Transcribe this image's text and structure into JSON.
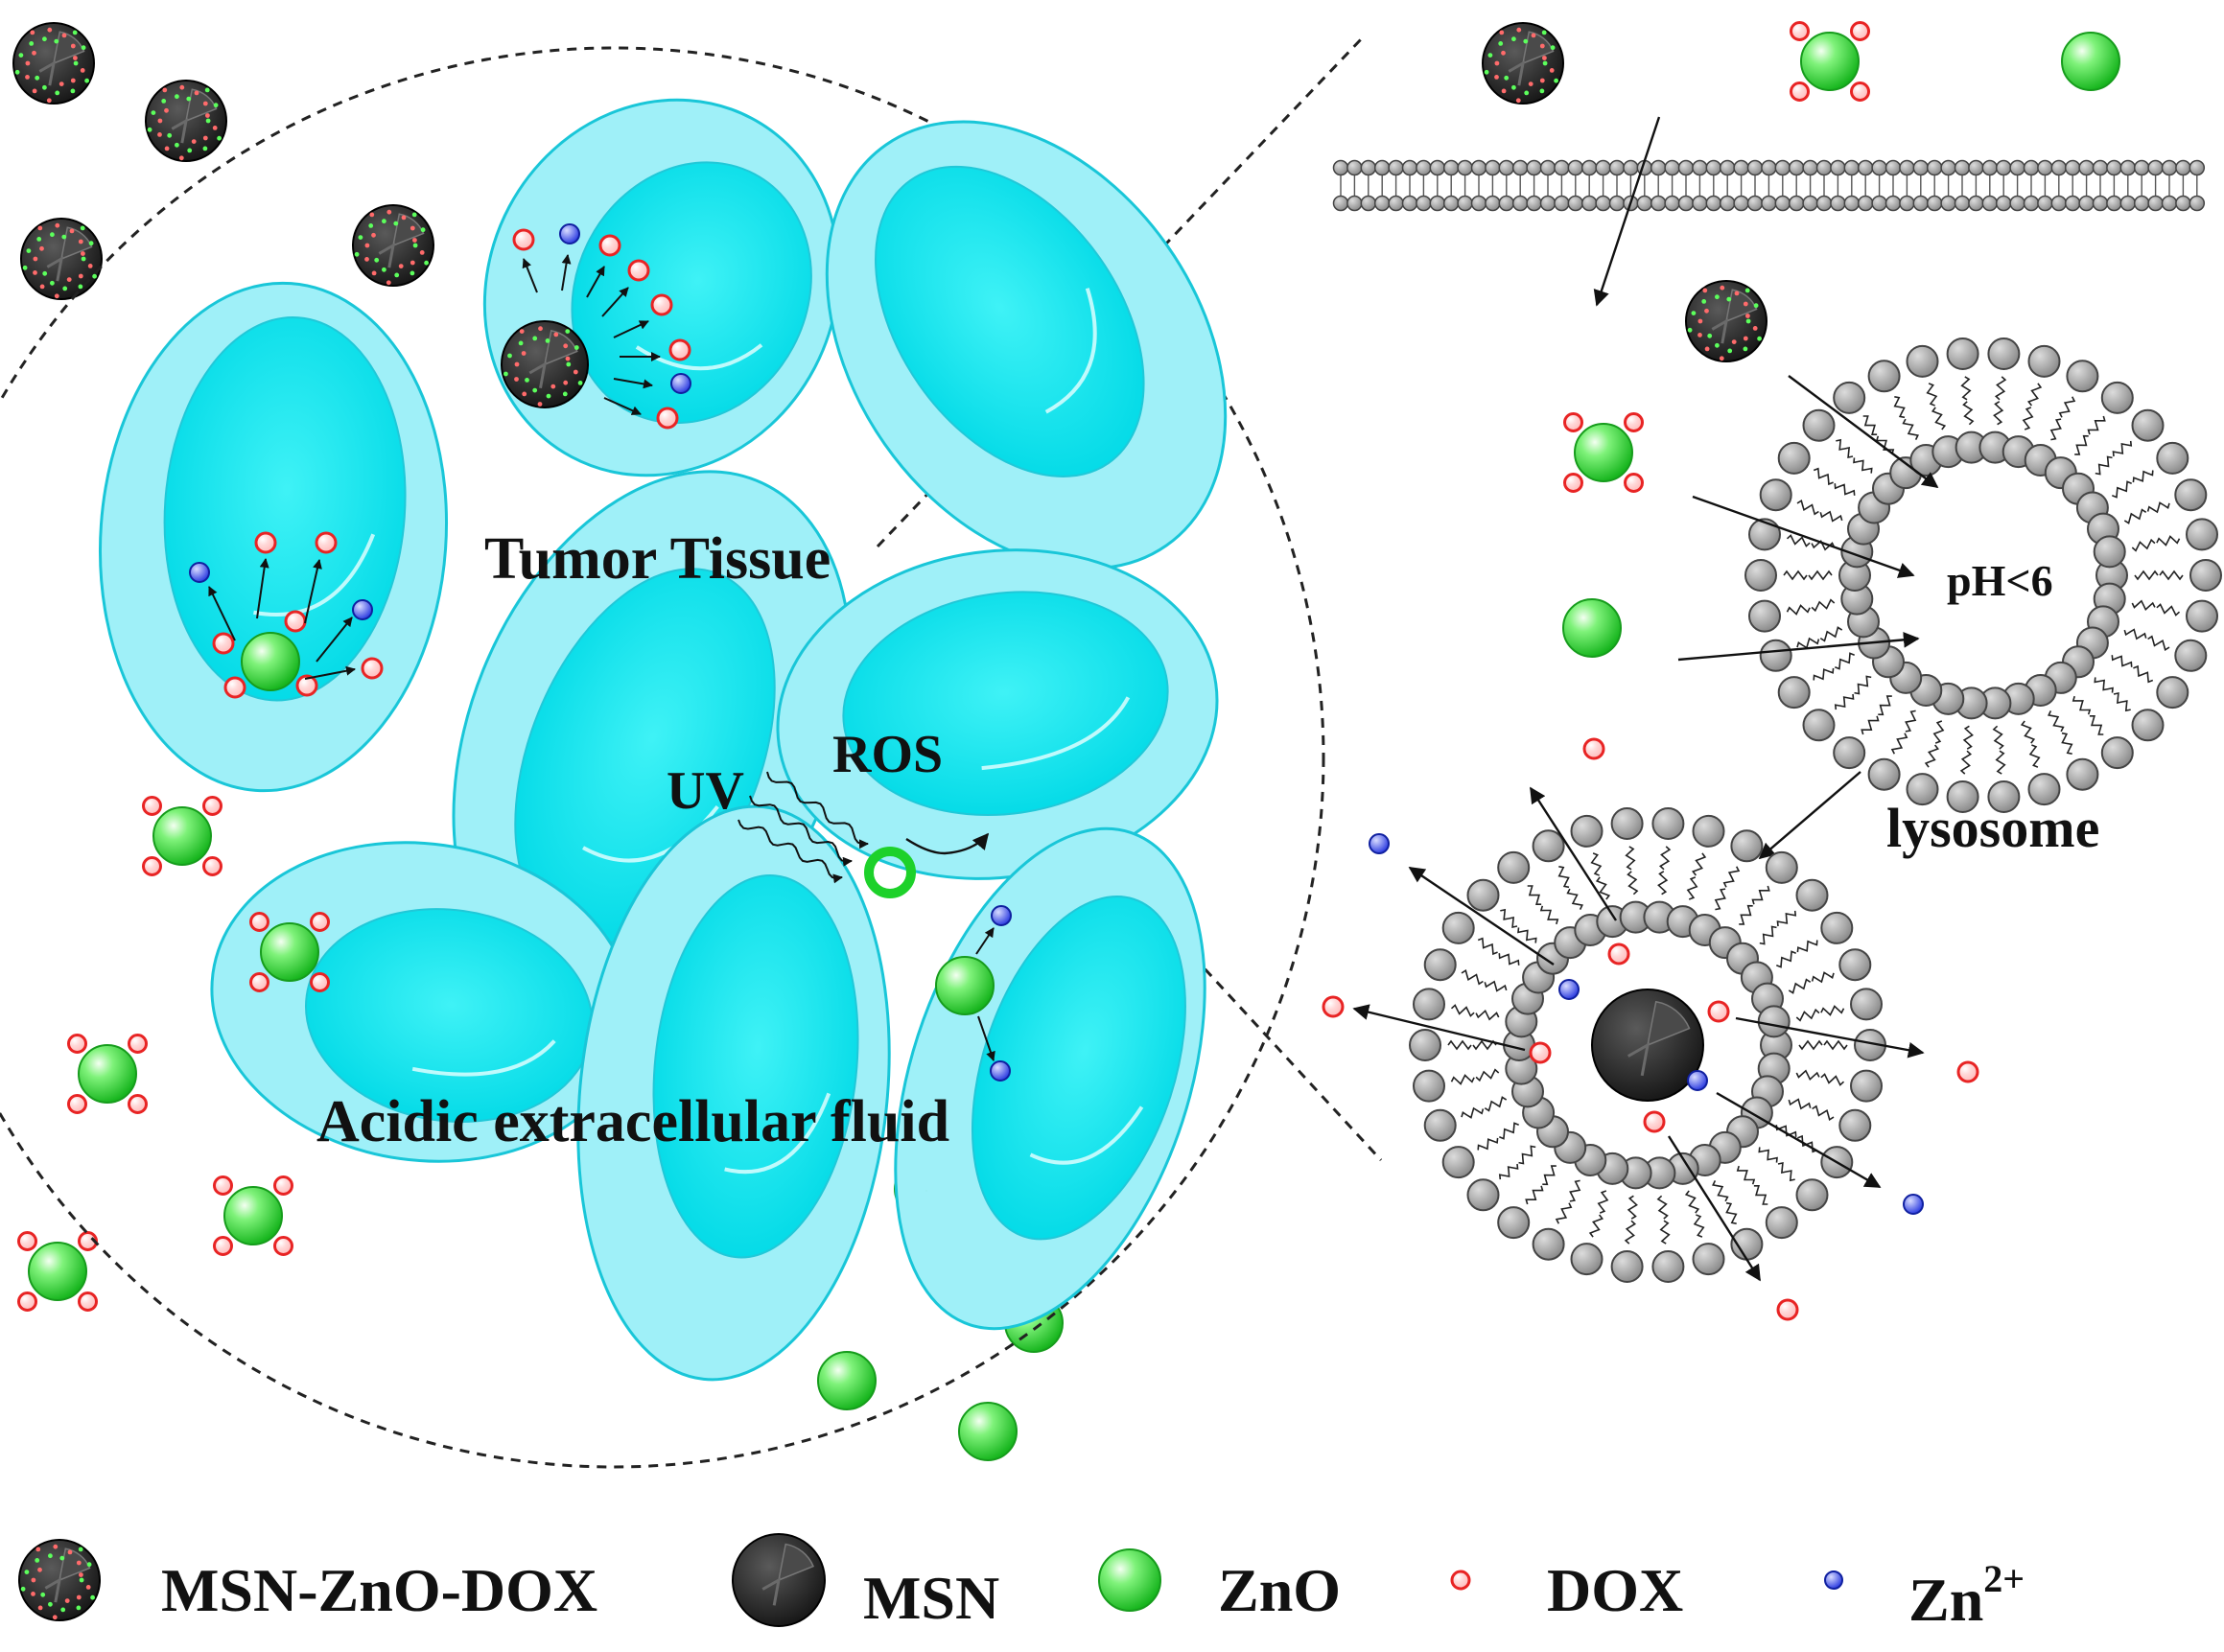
{
  "labels": {
    "tumor_tissue": "Tumor Tissue",
    "acidic_fluid": "Acidic extracellular fluid",
    "uv": "UV",
    "ros": "ROS",
    "ph": "pH<6",
    "lysosome": "lysosome"
  },
  "legend": {
    "msn_zno_dox": "MSN-ZnO-DOX",
    "msn": "MSN",
    "zno": "ZnO",
    "dox": "DOX",
    "zn_base": "Zn",
    "zn_sup": "2+"
  },
  "colors": {
    "cell_outer": "#9ff0f8",
    "cell_inner": "#00e6ef",
    "cell_stroke": "#19c6d8",
    "zno_green": "#39e03c",
    "dox_red": "#e82424",
    "zn_blue": "#2030d8",
    "lipid_gray": "#9a9a9a",
    "msn_dark": "#2a2a2a"
  }
}
